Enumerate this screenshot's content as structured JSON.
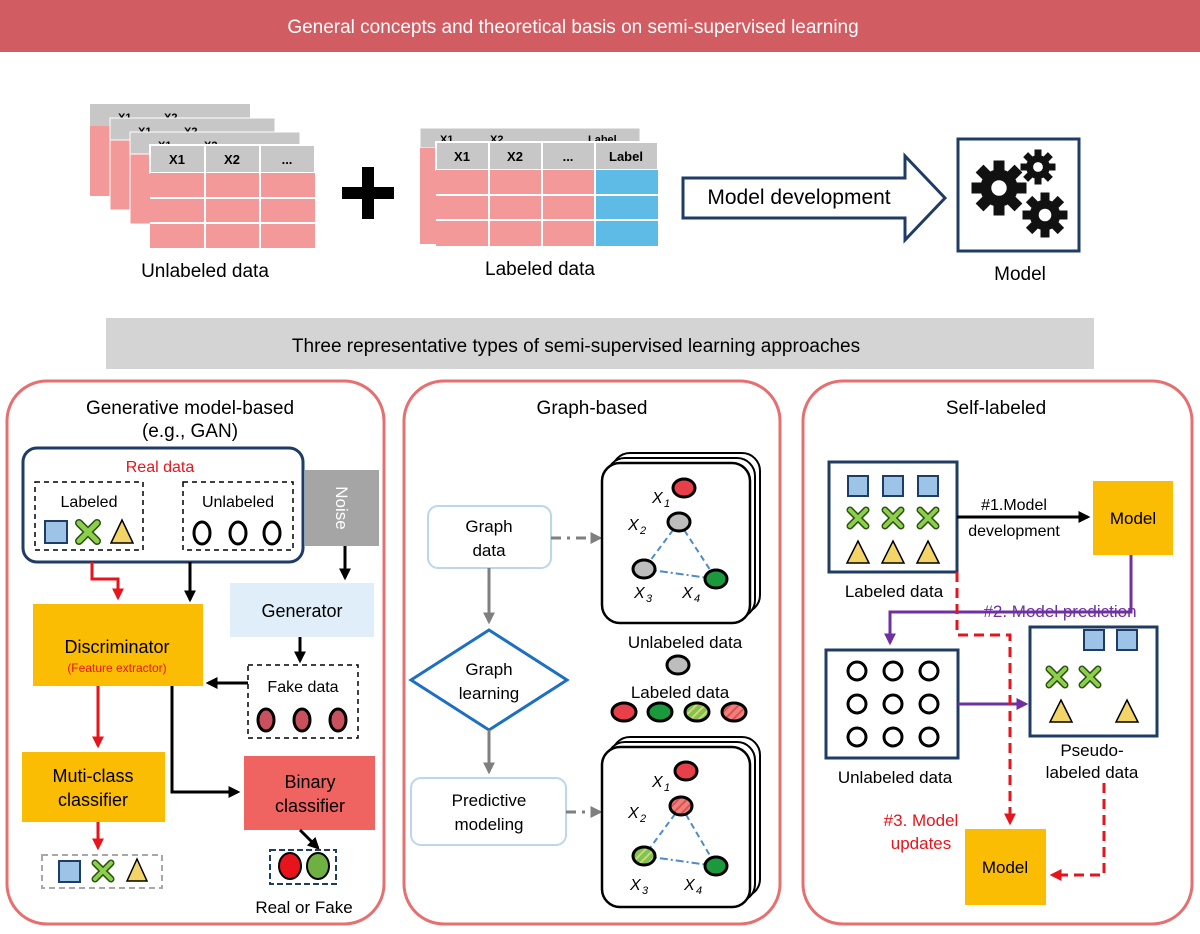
{
  "header": {
    "title": "General concepts and theoretical basis on semi-supervised learning"
  },
  "top": {
    "table_cols": [
      "X1",
      "X2",
      "..."
    ],
    "label_col": "Label",
    "unlabeled_caption": "Unlabeled data",
    "labeled_caption": "Labeled data",
    "arrow_label": "Model development",
    "model_caption": "Model"
  },
  "subheader": {
    "title": "Three representative types of semi-supervised learning approaches"
  },
  "gan": {
    "title": "Generative model-based",
    "subtitle": "(e.g., GAN)",
    "real_data": "Real data",
    "labeled": "Labeled",
    "unlabeled": "Unlabeled",
    "noise": "Noise",
    "generator": "Generator",
    "discriminator": "Discriminator",
    "feature_extractor": "(Feature extractor)",
    "fake_data": "Fake data",
    "multiclass_l1": "Muti-class",
    "multiclass_l2": "classifier",
    "binary_l1": "Binary",
    "binary_l2": "classifier",
    "real_or_fake": "Real or Fake"
  },
  "graph": {
    "title": "Graph-based",
    "graph_data_l1": "Graph",
    "graph_data_l2": "data",
    "graph_learning_l1": "Graph",
    "graph_learning_l2": "learning",
    "predictive_l1": "Predictive",
    "predictive_l2": "modeling",
    "unlabeled_data": "Unlabeled data",
    "labeled_data": "Labeled data",
    "node_x": "X",
    "sub1": "1",
    "sub2": "2",
    "sub3": "3",
    "sub4": "4"
  },
  "self": {
    "title": "Self-labeled",
    "labeled_data": "Labeled data",
    "step1_l1": "#1.Model",
    "step1_l2": "development",
    "model": "Model",
    "step2": "#2. Model prediction",
    "unlabeled_data": "Unlabeled data",
    "pseudo_l1": "Pseudo-",
    "pseudo_l2": "labeled data",
    "step3_l1": "#3. Model",
    "step3_l2": "updates",
    "model2": "Model"
  },
  "colors": {
    "header_bg": "#d15c61",
    "subheader_bg": "#d4d4d4",
    "panel_border": "#e66f6f",
    "table_pink": "#f4999a",
    "table_gray": "#c7c7c7",
    "label_blue": "#5ebbe5",
    "orange": "#fbbc04",
    "salmon": "#ef6461",
    "generator_bg": "#dfeef8",
    "navy": "#1f3c64",
    "purple": "#7130a0",
    "red": "#e8141c",
    "green": "#1a9a3c",
    "sq_blue": "#9dc3e6",
    "tri_yellow": "#f3d466",
    "x_green": "#8cd04a"
  }
}
